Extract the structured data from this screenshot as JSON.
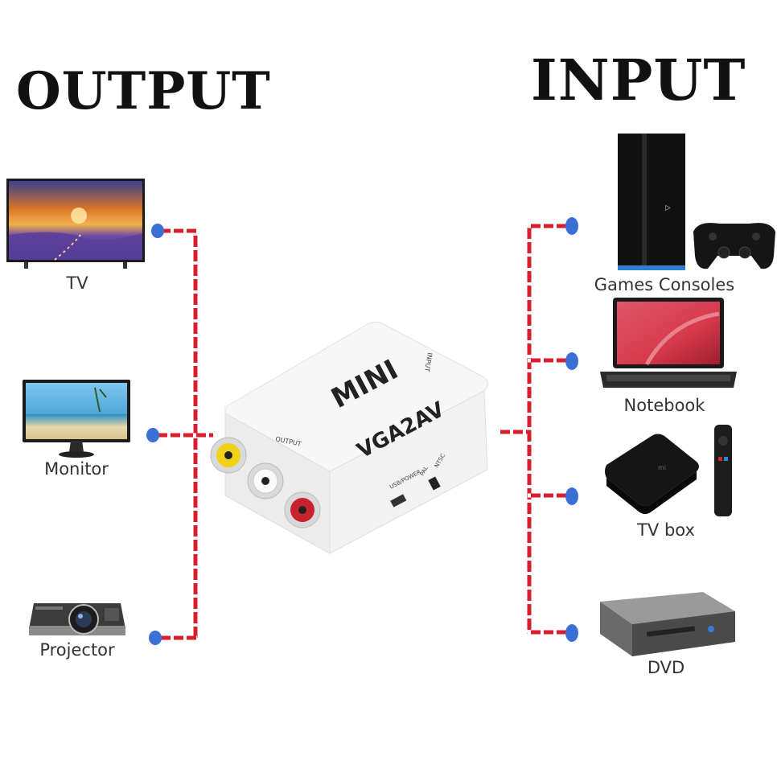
{
  "headings": {
    "output": "OUTPUT",
    "input": "INPUT"
  },
  "outputs": [
    {
      "label": "TV",
      "icon": "tv-icon"
    },
    {
      "label": "Monitor",
      "icon": "monitor-icon"
    },
    {
      "label": "Projector",
      "icon": "projector-icon"
    }
  ],
  "inputs": [
    {
      "label": "Games Consoles",
      "icon": "game-console-icon"
    },
    {
      "label": "Notebook",
      "icon": "notebook-icon"
    },
    {
      "label": "TV box",
      "icon": "tv-box-icon"
    },
    {
      "label": "DVD",
      "icon": "dvd-player-icon"
    }
  ],
  "device": {
    "brand": "MINI",
    "model": "VGA2AV",
    "port_labels": {
      "output": "OUTPUT",
      "input": "INPUT",
      "usb": "USB/POWER",
      "pal": "PAL",
      "ntsc": "NTSC"
    }
  },
  "colors": {
    "connector_red": "#d81e2c",
    "connector_white": "#ffffff",
    "endpoint_blue": "#3b6fd6"
  }
}
